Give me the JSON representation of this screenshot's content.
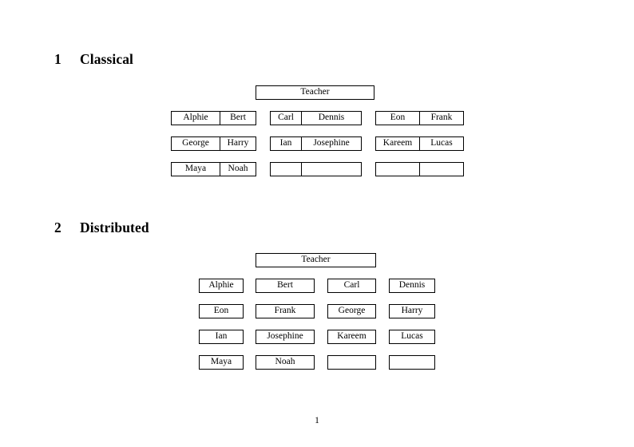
{
  "document": {
    "page_number": "1",
    "background_color": "#ffffff",
    "text_color": "#000000",
    "border_color": "#000000"
  },
  "sections": [
    {
      "number": "1",
      "title": "Classical",
      "teacher_label": "Teacher",
      "groups": [
        {
          "rows": [
            {
              "left": "Alphie",
              "right": "Bert"
            },
            {
              "left": "George",
              "right": "Harry"
            },
            {
              "left": "Maya",
              "right": "Noah"
            }
          ]
        },
        {
          "rows": [
            {
              "left": "Carl",
              "right": "Dennis"
            },
            {
              "left": "Ian",
              "right": "Josephine"
            },
            {
              "left": "",
              "right": ""
            }
          ]
        },
        {
          "rows": [
            {
              "left": "Eon",
              "right": "Frank"
            },
            {
              "left": "Kareem",
              "right": "Lucas"
            },
            {
              "left": "",
              "right": ""
            }
          ]
        }
      ]
    },
    {
      "number": "2",
      "title": "Distributed",
      "teacher_label": "Teacher",
      "rows": [
        {
          "cells": [
            "Alphie",
            "Bert",
            "Carl",
            "Dennis"
          ]
        },
        {
          "cells": [
            "Eon",
            "Frank",
            "George",
            "Harry"
          ]
        },
        {
          "cells": [
            "Ian",
            "Josephine",
            "Kareem",
            "Lucas"
          ]
        },
        {
          "cells": [
            "Maya",
            "Noah",
            "",
            ""
          ]
        }
      ]
    }
  ]
}
